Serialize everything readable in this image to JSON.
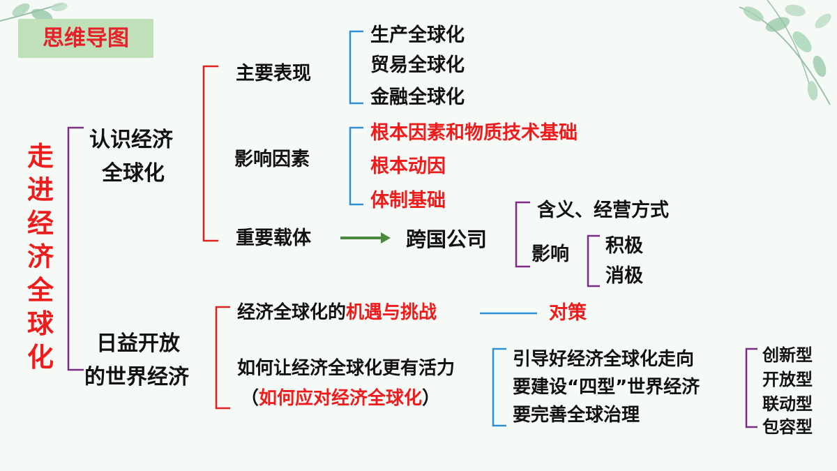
{
  "slide": {
    "badge": "思维导图",
    "root": "走进经济全球化",
    "branches": [
      {
        "label_line1": "认识经济",
        "label_line2": "全球化",
        "items": [
          {
            "label": "主要表现",
            "children": [
              "生产全球化",
              "贸易全球化",
              "金融全球化"
            ]
          },
          {
            "label": "影响因素",
            "children": [
              "根本因素和物质技术基础",
              "根本动因",
              "体制基础"
            ]
          },
          {
            "label": "重要载体",
            "target": "跨国公司",
            "target_children": [
              "含义、经营方式",
              "影响"
            ],
            "influence_children": [
              "积极",
              "消极"
            ]
          }
        ]
      },
      {
        "label_line1": "日益开放",
        "label_line2": "的世界经济",
        "items": [
          {
            "label_plain": "经济全球化的",
            "label_red": "机遇与挑战",
            "target": "对策"
          },
          {
            "label": "如何让经济全球化更有活力",
            "sub_open": "（",
            "sub_red": "如何应对经济全球化",
            "sub_close": "）",
            "children": [
              "引导好经济全球化走向",
              "要建设“四型”世界经济",
              "要完善全球治理"
            ],
            "four_types": [
              "创新型",
              "开放型",
              "联动型",
              "包容型"
            ]
          }
        ]
      }
    ]
  },
  "colors": {
    "background": "#f6faf6",
    "badge_bg": "#bfe0b8",
    "accent_red": "#ee1c1c",
    "bracket_purple": "#7b2d86",
    "bracket_red": "#e02020",
    "bracket_blue": "#2e8fd6",
    "arrow_green": "#4a8a3c",
    "leaf_green": "#8ec3a3"
  },
  "icons": [
    "leaf-decoration-icon",
    "arrow-right-icon"
  ]
}
